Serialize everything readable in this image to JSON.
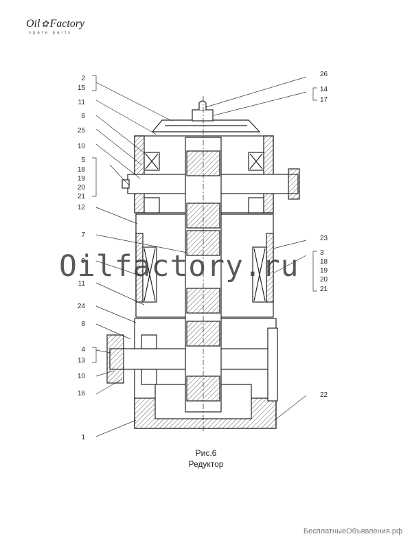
{
  "logo": {
    "brand_left": "Oil",
    "brand_right": "Factory",
    "tagline": "spare parts"
  },
  "watermark": "Oilfactory.ru",
  "caption": {
    "figure": "Рис.6",
    "title": "Редуктор"
  },
  "footer": "БесплатныеОбъявления.рф",
  "callouts_left": [
    "2",
    "15",
    "11",
    "6",
    "25",
    "10",
    "5",
    "18",
    "19",
    "20",
    "21",
    "12",
    "7",
    "9",
    "11",
    "24",
    "8",
    "4",
    "13",
    "10",
    "16",
    "1"
  ],
  "callouts_right": [
    "26",
    "14",
    "17",
    "23",
    "3",
    "18",
    "19",
    "20",
    "21",
    "22"
  ]
}
